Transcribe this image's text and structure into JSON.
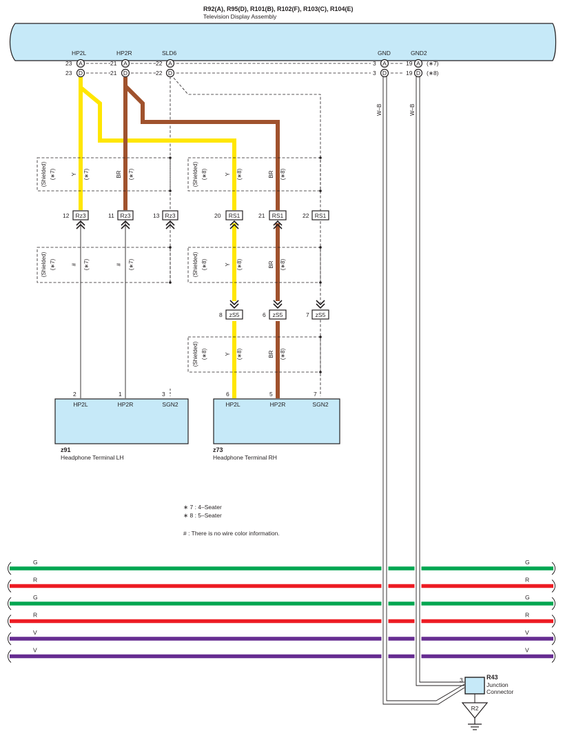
{
  "header": {
    "title": "R92(A), R95(D), R101(B), R102(F), R103(C), R104(E)",
    "subtitle": "Television Display Assembly"
  },
  "tv_pins": {
    "hp2l": {
      "label": "HP2L",
      "pinA": "23",
      "pinD": "23"
    },
    "hp2r": {
      "label": "HP2R",
      "pinA": "21",
      "pinD": "21"
    },
    "sld6": {
      "label": "SLD6",
      "pinA": "22",
      "pinD": "22"
    },
    "gnd": {
      "label": "GND",
      "pinA": "3",
      "pinD": "3"
    },
    "gnd2": {
      "label": "GND2",
      "pinA": "19",
      "pinD": "19",
      "noteA": "(∗7)",
      "noteD": "(∗8)"
    },
    "conn_a": "A",
    "conn_d": "D"
  },
  "wires": {
    "y": "Y",
    "br": "BR",
    "wb": "W–B",
    "hash": "#",
    "shielded": "(Shielded)",
    "n7": "(∗7)",
    "n8": "(∗8)"
  },
  "connectors": {
    "rz3": {
      "name": "Rz3",
      "pins": [
        "12",
        "11",
        "13"
      ]
    },
    "rs1": {
      "name": "RS1",
      "pins": [
        "20",
        "21",
        "22"
      ]
    },
    "zs5": {
      "name": "zS5",
      "pins": [
        "8",
        "6",
        "7"
      ]
    }
  },
  "components": {
    "z91": {
      "code": "z91",
      "name": "Headphone Terminal LH",
      "pins": [
        "2",
        "1",
        "3"
      ],
      "labels": [
        "HP2L",
        "HP2R",
        "SGN2"
      ]
    },
    "z73": {
      "code": "z73",
      "name": "Headphone Terminal RH",
      "pins": [
        "6",
        "5",
        "7"
      ],
      "labels": [
        "HP2L",
        "HP2R",
        "SGN2"
      ]
    }
  },
  "legend": {
    "n7": "∗ 7 : 4–Seater",
    "n8": "∗ 8 : 5–Seater",
    "hash": "# : There is no wire color information."
  },
  "bus": {
    "lines": [
      {
        "label": "G",
        "color": "#00a651"
      },
      {
        "label": "R",
        "color": "#ed1c24"
      },
      {
        "label": "G",
        "color": "#00a651"
      },
      {
        "label": "R",
        "color": "#ed1c24"
      },
      {
        "label": "V",
        "color": "#662d91"
      },
      {
        "label": "V",
        "color": "#662d91"
      }
    ]
  },
  "junction": {
    "code": "R43",
    "line1": "Junction",
    "line2": "Connector",
    "pin": "3",
    "ground": "R2"
  },
  "colors": {
    "yellow": "#ffe600",
    "brown": "#a0522d",
    "box": "#c6e9f8",
    "line": "#231f20"
  }
}
